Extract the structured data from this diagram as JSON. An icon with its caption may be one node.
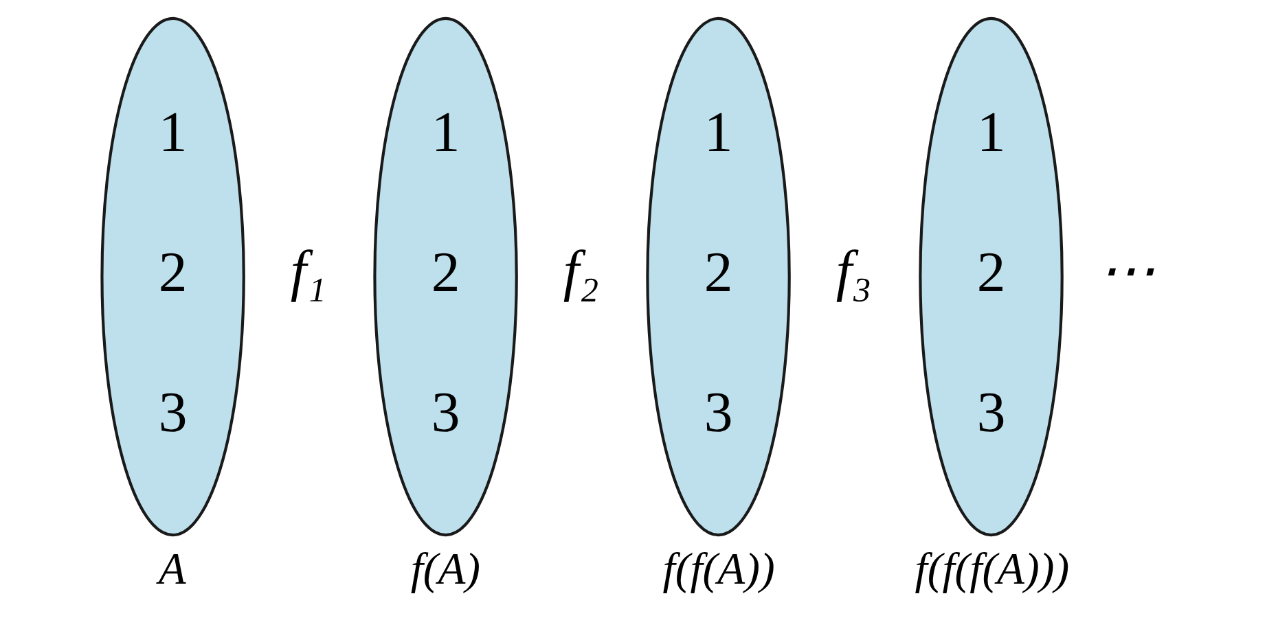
{
  "diagram": {
    "nodes": [
      {
        "text": [
          "1",
          "2",
          "3"
        ],
        "beside": [
          "A"
        ]
      },
      {
        "text": [
          "1",
          "2",
          "3"
        ],
        "beside": [
          "f(A)"
        ]
      },
      {
        "text": [
          "1",
          "2",
          "3"
        ],
        "beside": [
          "f(f(A))"
        ]
      },
      {
        "text": [
          "1",
          "2",
          "3"
        ],
        "beside": [
          "f(f(f(A)))"
        ]
      }
    ],
    "labels": [
      "f₁",
      "f₂",
      "f₃",
      "⋯"
    ]
  }
}
